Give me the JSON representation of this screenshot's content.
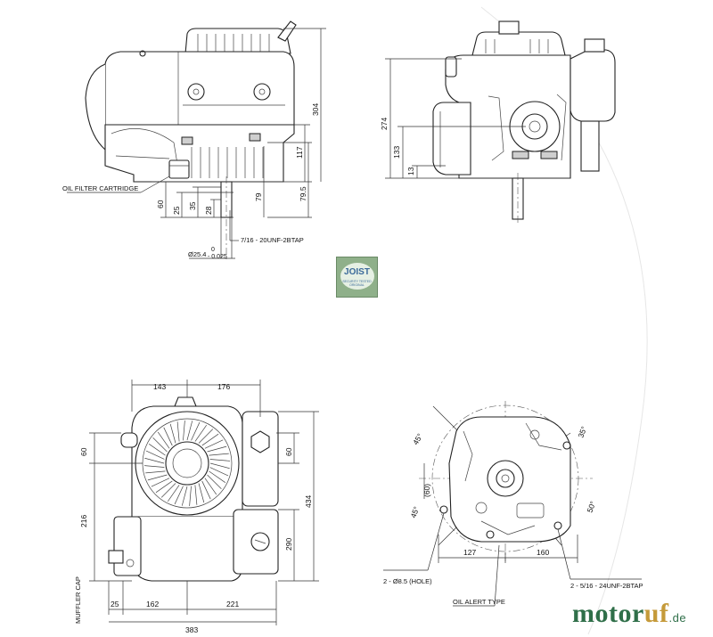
{
  "labels": {
    "oil_filter": "OIL FILTER CARTRIDGE",
    "thread_shaft": "7/16 - 20UNF-2BTAP",
    "shaft_dia": "Ø25.4",
    "shaft_tol": "0",
    "shaft_tol2": "- 0.025",
    "muffler_cap": "MUFFLER CAP",
    "hole": "2 - Ø8.5 (HOLE)",
    "tap": "2 - 5/16 - 24UNF-2BTAP",
    "oil_alert": "OIL ALERT TYPE"
  },
  "dims": {
    "d304": "304",
    "d117": "117",
    "d79_5": "79.5",
    "d79": "79",
    "d60a": "60",
    "d25a": "25",
    "d35": "35",
    "d28": "28",
    "d274": "274",
    "d133": "133",
    "d13": "13",
    "d143": "143",
    "d176": "176",
    "d60b": "60",
    "d216": "216",
    "d60c": "60",
    "d434": "434",
    "d290": "290",
    "d25b": "25",
    "d162": "162",
    "d221": "221",
    "d383": "383",
    "d127": "127",
    "d160": "160",
    "a45a": "45°",
    "a45b": "45°",
    "a35": "35°",
    "a50": "50°",
    "d60p": "(60)"
  },
  "logo": {
    "word": "JOIST",
    "sub": "SECURITY TESTED ORIGINAL"
  },
  "brand": {
    "part1": "motor",
    "part2": "uf",
    "part3": ".de"
  }
}
